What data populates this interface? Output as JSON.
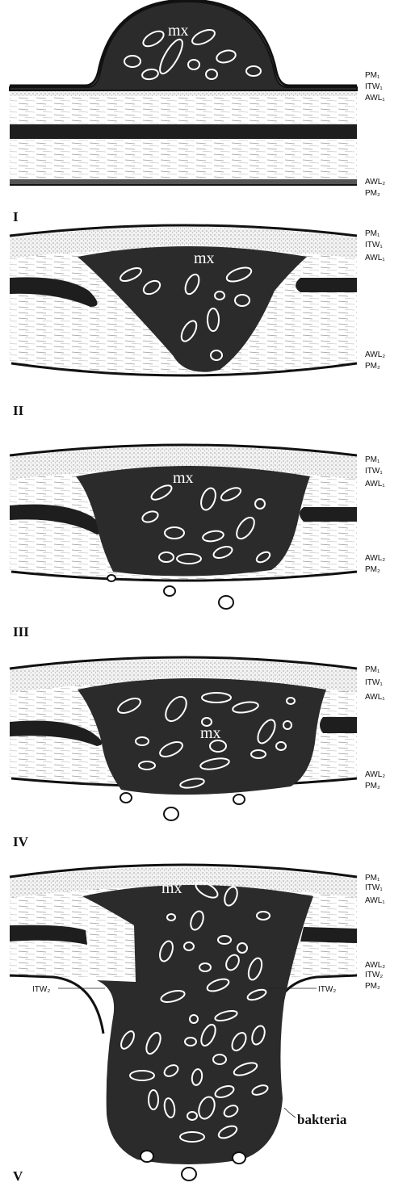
{
  "panels": [
    {
      "numeral": "I",
      "matrix_label": "mx",
      "labels_right": [
        "PM₁",
        "ITW₁",
        "AWL₁",
        "AWL₂",
        "PM₂"
      ]
    },
    {
      "numeral": "II",
      "matrix_label": "mx",
      "labels_right": [
        "PM₁",
        "ITW₁",
        "AWL₁",
        "AWL₂",
        "PM₂"
      ]
    },
    {
      "numeral": "III",
      "matrix_label": "mx",
      "labels_right": [
        "PM₁",
        "ITW₁",
        "AWL₁",
        "AWL₂",
        "PM₂"
      ]
    },
    {
      "numeral": "IV",
      "matrix_label": "mx",
      "labels_right": [
        "PM₁",
        "ITW₁",
        "AWL₁",
        "AWL₂",
        "PM₂"
      ]
    },
    {
      "numeral": "V",
      "matrix_label": "mx",
      "labels_right": [
        "PM₁",
        "ITW₁",
        "AWL₁",
        "AWL₂",
        "ITW₂",
        "PM₂"
      ],
      "label_left_itw2": "ITW₂",
      "label_right_itw2": "ITW₂",
      "bacteria_label": "bakteria"
    }
  ],
  "colors": {
    "matrix": "#2b2b2b",
    "wall_band": "#3a3a3a",
    "membrane": "#111111",
    "background": "#ffffff",
    "fibers": "#9a9a9a"
  }
}
